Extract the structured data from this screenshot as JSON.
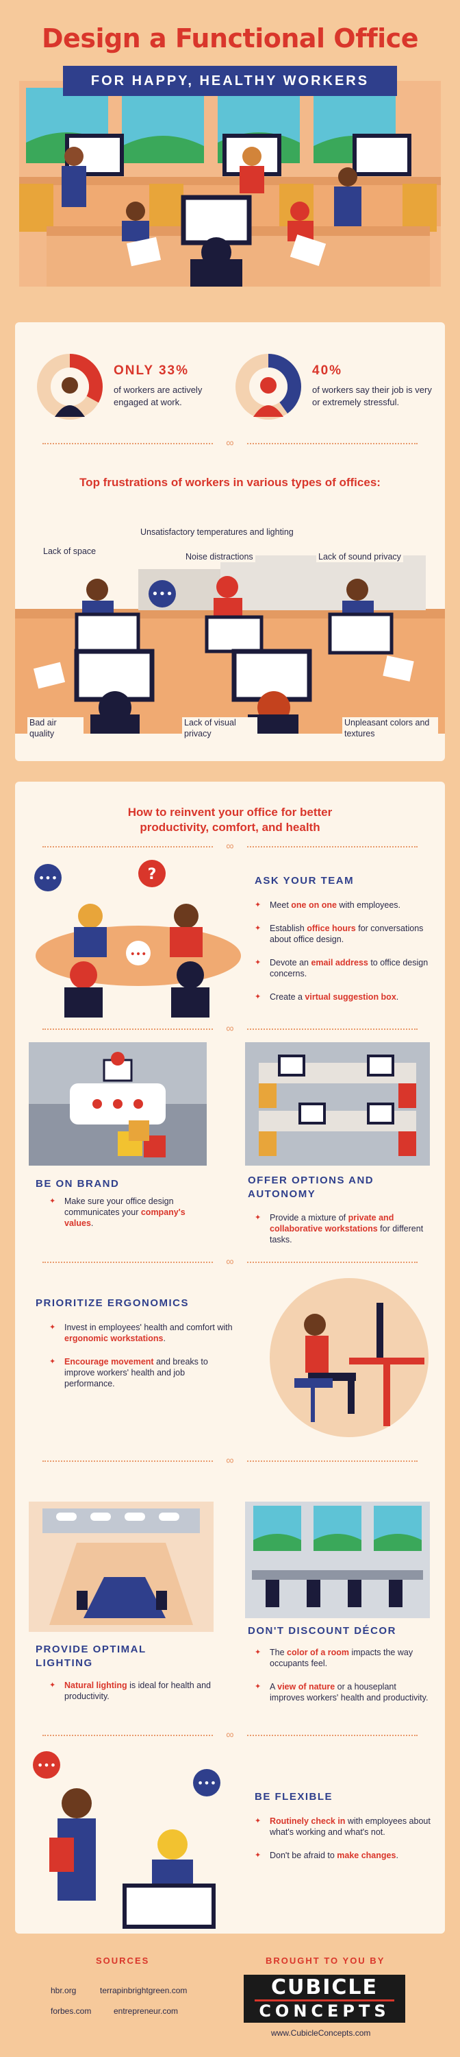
{
  "header": {
    "title": "Design a Functional Office",
    "subtitle": "FOR HAPPY, HEALTHY WORKERS"
  },
  "stats": [
    {
      "highlight": "ONLY 33%",
      "text": "of workers are actively engaged at work.",
      "fraction": 0.33
    },
    {
      "highlight": "40%",
      "text": "of workers say their job is very or extremely stressful.",
      "fraction": 0.4
    }
  ],
  "frustrations": {
    "heading": "Top frustrations of workers in various types of offices:",
    "labels": {
      "temps": "Unsatisfactory temperatures and lighting",
      "space": "Lack of space",
      "noise": "Noise distractions",
      "sound": "Lack of sound privacy",
      "air": "Bad air quality",
      "visual": "Lack of visual privacy",
      "colors": "Unpleasant colors and textures"
    }
  },
  "reinvent": {
    "heading": "How to reinvent your office for better productivity, comfort, and health",
    "ask": {
      "title": "ASK YOUR TEAM",
      "b1_pre": "Meet ",
      "b1_hl": "one on one",
      "b1_post": " with employees.",
      "b2_pre": "Establish ",
      "b2_hl": "office hours",
      "b2_post": " for conversations about office design.",
      "b3_pre": "Devote an ",
      "b3_hl": "email address",
      "b3_post": " to office design concerns.",
      "b4_pre": "Create a ",
      "b4_hl": "virtual suggestion box",
      "b4_post": "."
    },
    "brand": {
      "title": "BE ON BRAND",
      "b1_pre": "Make sure your office design communicates your ",
      "b1_hl": "company's values",
      "b1_post": "."
    },
    "options": {
      "title": "OFFER OPTIONS AND AUTONOMY",
      "b1_pre": "Provide a mixture of ",
      "b1_hl": "private and collaborative workstations",
      "b1_post": " for different tasks."
    },
    "ergo": {
      "title": "PRIORITIZE ERGONOMICS",
      "b1_pre": "Invest in employees' health and comfort with ",
      "b1_hl": "ergonomic workstations",
      "b1_post": ".",
      "b2_hl": "Encourage movement",
      "b2_post": " and breaks to improve workers' health and job performance."
    },
    "lighting": {
      "title": "PROVIDE OPTIMAL LIGHTING",
      "b1_hl": "Natural lighting",
      "b1_post": " is ideal for health and productivity."
    },
    "decor": {
      "title": "DON'T DISCOUNT DÉCOR",
      "b1_pre": "The ",
      "b1_hl": "color of a room",
      "b1_post": " impacts the way occupants feel.",
      "b2_pre": "A ",
      "b2_hl": "view of nature",
      "b2_post": " or a houseplant improves workers' health and productivity."
    },
    "flex": {
      "title": "BE FLEXIBLE",
      "b1_hl": "Routinely check in",
      "b1_post": " with employees about what's working and what's not.",
      "b2_pre": "Don't be afraid to ",
      "b2_hl": "make changes",
      "b2_post": "."
    }
  },
  "footer": {
    "sources_head": "SOURCES",
    "sources": [
      "hbr.org",
      "terrapinbrightgreen.com",
      "forbes.com",
      "entrepreneur.com"
    ],
    "brought_head": "BROUGHT TO YOU BY",
    "logo_line1": "CUBICLE",
    "logo_line2": "CONCEPTS",
    "url": "www.CubicleConcepts.com"
  },
  "colors": {
    "red": "#d9362b",
    "navy": "#2f3f8c",
    "peach": "#f6c99b",
    "cream": "#fdf5ea"
  }
}
